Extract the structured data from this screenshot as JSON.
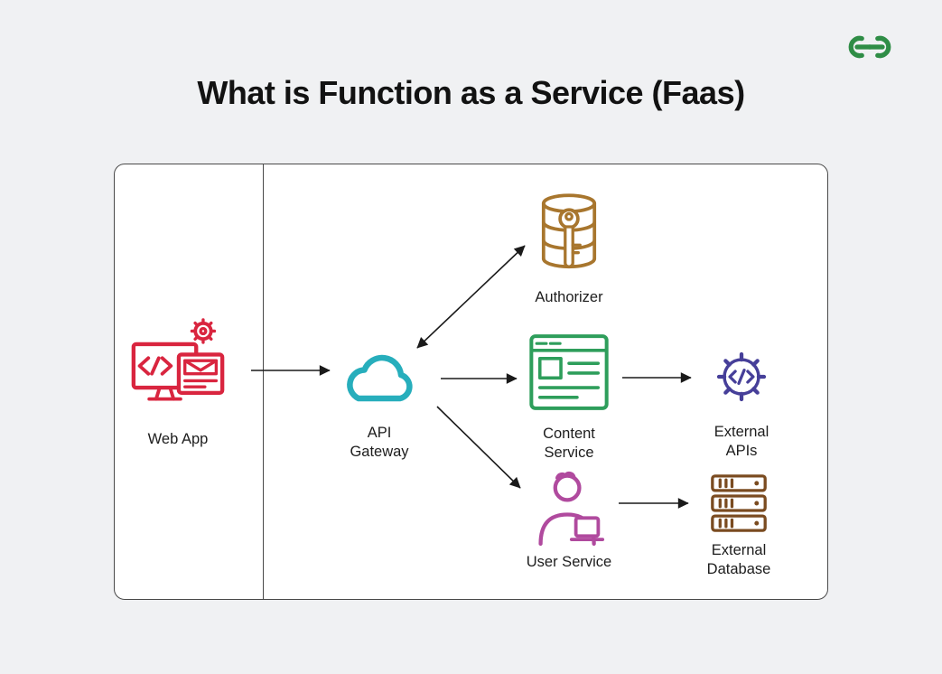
{
  "page": {
    "title": "What is Function as a Service (Faas)",
    "background": "#f0f1f3"
  },
  "logo": {
    "name": "GeeksforGeeks",
    "color": "#2f8d46"
  },
  "colors": {
    "web_app": "#d9253f",
    "api_gateway": "#27aebc",
    "authorizer": "#a8762e",
    "content_service": "#2e9e5b",
    "external_apis": "#463f99",
    "user_service": "#b04a9e",
    "external_database": "#7a4b20",
    "arrow": "#1a1a1a"
  },
  "diagram": {
    "nodes": [
      {
        "id": "web-app",
        "label": "Web App"
      },
      {
        "id": "api-gateway",
        "label": "API Gateway"
      },
      {
        "id": "authorizer",
        "label": "Authorizer"
      },
      {
        "id": "content-service",
        "label": "Content Service"
      },
      {
        "id": "external-apis",
        "label": "External APIs"
      },
      {
        "id": "user-service",
        "label": "User Service"
      },
      {
        "id": "external-database",
        "label": "External Database"
      }
    ],
    "edges": [
      {
        "from": "web-app",
        "to": "api-gateway",
        "bidirectional": false
      },
      {
        "from": "api-gateway",
        "to": "authorizer",
        "bidirectional": true
      },
      {
        "from": "api-gateway",
        "to": "content-service",
        "bidirectional": false
      },
      {
        "from": "api-gateway",
        "to": "user-service",
        "bidirectional": false
      },
      {
        "from": "content-service",
        "to": "external-apis",
        "bidirectional": false
      },
      {
        "from": "user-service",
        "to": "external-database",
        "bidirectional": false
      }
    ]
  }
}
